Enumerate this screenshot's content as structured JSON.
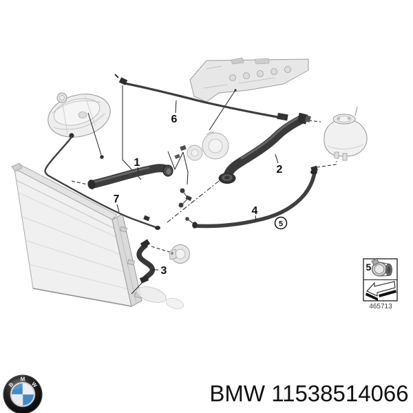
{
  "diagram": {
    "callouts": {
      "c1": "1",
      "c2": "2",
      "c3": "3",
      "c4": "4",
      "c5": "5",
      "c6": "6",
      "c7": "7"
    },
    "circled_callout": "5",
    "detail_box": {
      "callout": "5",
      "catalog_number": "465713"
    }
  },
  "footer": {
    "logo_letters": [
      "B",
      "M",
      "W"
    ],
    "part_text": "BMW 11538514066"
  },
  "colors": {
    "bmw_blue": "#4189c7",
    "roundel_black": "#141414",
    "line_dark": "#3a3a3a"
  }
}
